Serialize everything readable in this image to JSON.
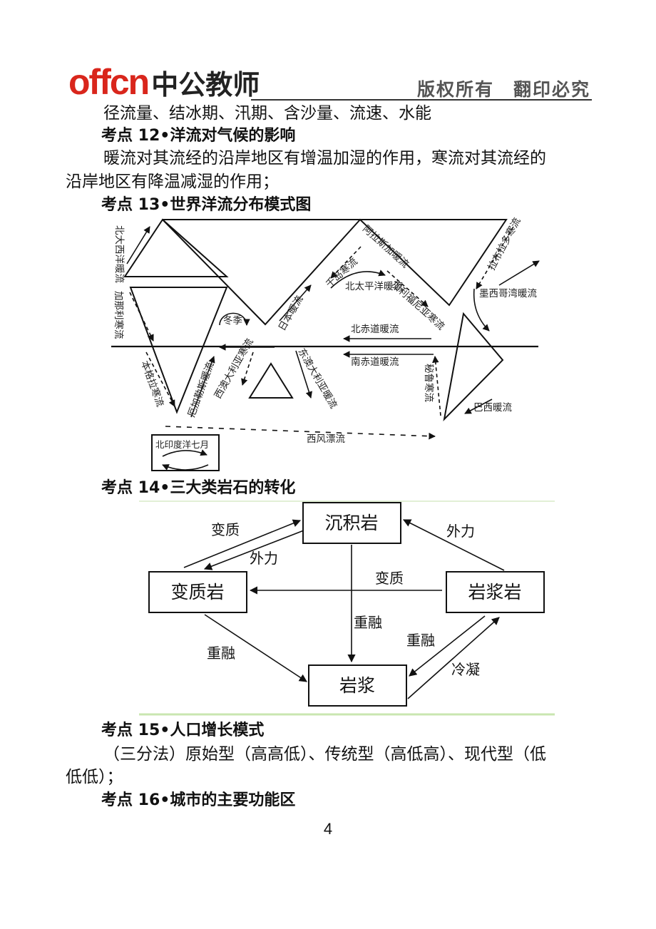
{
  "header": {
    "logo_latin": "offcn",
    "logo_cn": "中公教师",
    "right_text": "版权所有　翻印必究"
  },
  "body": {
    "line1": "径流量、结冰期、汛期、含沙量、流速、水能",
    "kp12_title": "考点 12•洋流对气候的影响",
    "kp12_text_a": "暖流对其流经的沿岸地区有增温加湿的作用，寒流对其流经的",
    "kp12_text_b": "沿岸地区有降温减湿的作用；",
    "kp13_title": "考点 13•世界洋流分布模式图",
    "kp14_title": "考点 14•三大类岩石的转化",
    "kp15_title": "考点 15•人口增长模式",
    "kp15_text_a": "（三分法）原始型（高高低）、传统型（高低高）、现代型（低",
    "kp15_text_b": "低低）；",
    "kp16_title": "考点 16•城市的主要功能区"
  },
  "ocean_map": {
    "labels": {
      "north_atlantic_drift": "北大西洋暖流",
      "canary": "加那利寒流",
      "monsoon": "冬季",
      "benguela": "本格拉寒流",
      "agulhas": "厄加勒斯暖流",
      "west_australian": "西澳大利亚寒流",
      "east_australian": "东澳大利亚暖流",
      "kuroshio": "日本暖流",
      "oyashio": "千岛寒流",
      "north_pacific": "北太平洋暖流",
      "alaska": "阿拉斯加暖流",
      "california": "加利福尼亚寒流",
      "labrador": "拉布拉多寒流",
      "gulf_stream": "墨西哥湾暖流",
      "north_equatorial": "北赤道暖流",
      "south_equatorial": "南赤道暖流",
      "peru": "秘鲁寒流",
      "brazil": "巴西暖流",
      "west_wind_drift": "西风漂流",
      "north_indian_july": "北印度洋七月"
    }
  },
  "rock_cycle": {
    "nodes": {
      "sedimentary": "沉积岩",
      "metamorphic": "变质岩",
      "igneous": "岩浆岩",
      "magma": "岩浆"
    },
    "edges": {
      "sed_to_meta": "变质",
      "meta_to_sed": "外力",
      "ign_to_sed": "外力",
      "ign_to_meta": "变质",
      "sed_to_magma": "重融",
      "meta_to_magma": "重融",
      "ign_to_magma": "重融",
      "magma_to_ign": "冷凝"
    }
  },
  "page_number": "4"
}
